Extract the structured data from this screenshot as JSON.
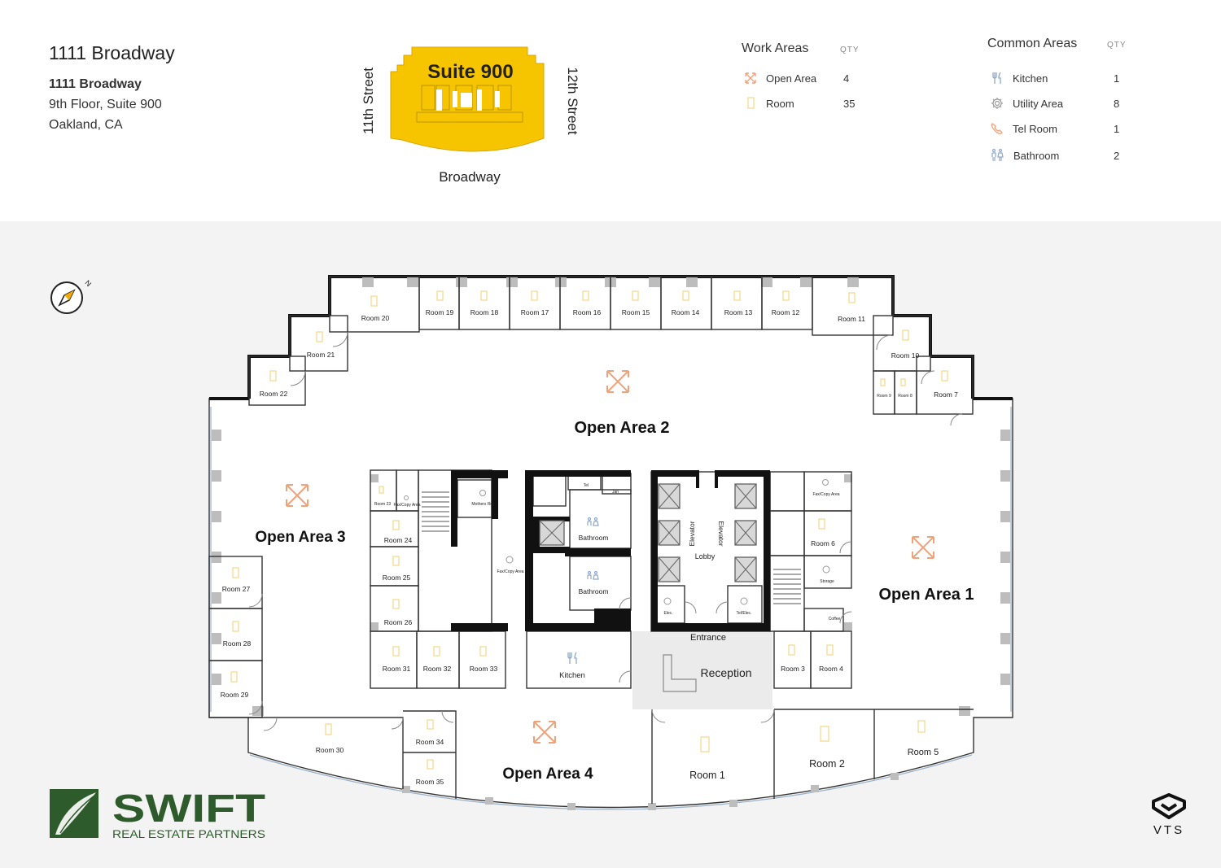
{
  "address": {
    "title": "1111 Broadway",
    "line1": "1111 Broadway",
    "line2": "9th Floor, Suite 900",
    "line3": "Oakland, CA"
  },
  "keyplan": {
    "suite": "Suite 900",
    "street_left": "11th Street",
    "street_right": "12th Street",
    "street_bottom": "Broadway",
    "highlight_color": "#f7c500"
  },
  "work_areas": {
    "heading": "Work Areas",
    "qty_heading": "QTY",
    "items": [
      {
        "label": "Open Area",
        "qty": "4",
        "icon": "expand-arrows-icon",
        "color": "#f0a27a"
      },
      {
        "label": "Room",
        "qty": "35",
        "icon": "door-icon",
        "color": "#f4d98a"
      }
    ]
  },
  "common_areas": {
    "heading": "Common Areas",
    "qty_heading": "QTY",
    "items": [
      {
        "label": "Kitchen",
        "qty": "1",
        "icon": "fork-knife-icon",
        "color": "#8fa9c9"
      },
      {
        "label": "Utility Area",
        "qty": "8",
        "icon": "gear-icon",
        "color": "#9a9a9a"
      },
      {
        "label": "Tel Room",
        "qty": "1",
        "icon": "phone-icon",
        "color": "#f0a27a"
      },
      {
        "label": "Bathroom",
        "qty": "2",
        "icon": "restroom-icon",
        "color": "#8fa9c9"
      }
    ]
  },
  "plan": {
    "compass_north": "N",
    "open_areas": [
      "Open Area 1",
      "Open Area 2",
      "Open Area 3",
      "Open Area 4"
    ],
    "rooms": {
      "r1": "Room 1",
      "r2": "Room 2",
      "r3": "Room 3",
      "r4": "Room 4",
      "r5": "Room 5",
      "r6": "Room 6",
      "r7": "Room 7",
      "r8": "Room 8",
      "r9": "Room 9",
      "r10": "Room 10",
      "r11": "Room 11",
      "r12": "Room 12",
      "r13": "Room 13",
      "r14": "Room 14",
      "r15": "Room 15",
      "r16": "Room 16",
      "r17": "Room 17",
      "r18": "Room 18",
      "r19": "Room 19",
      "r20": "Room 20",
      "r21": "Room 21",
      "r22": "Room 22",
      "r23": "Room 23",
      "r24": "Room 24",
      "r25": "Room 25",
      "r26": "Room 26",
      "r27": "Room 27",
      "r28": "Room 28",
      "r29": "Room 29",
      "r30": "Room 30",
      "r31": "Room 31",
      "r32": "Room 32",
      "r33": "Room 33",
      "r34": "Room 34",
      "r35": "Room 35"
    },
    "common": {
      "bathroom": "Bathroom",
      "kitchen": "Kitchen",
      "reception": "Reception",
      "entrance": "Entrance",
      "lobby": "Lobby",
      "elevator": "Elevator",
      "elec": "Elec.",
      "tel_elec": "Tel/Elec.",
      "fax_copy": "Fax/Copy Area",
      "storage": "Storage",
      "coffee": "Coffee",
      "mothers_rm": "Mothers Rm",
      "tel": "Tel",
      "jan": "Jan"
    }
  },
  "branding": {
    "logo_word": "SWIFT",
    "logo_sub": "REAL ESTATE PARTNERS",
    "logo_color": "#2e5b2c",
    "vts": "VTS"
  }
}
